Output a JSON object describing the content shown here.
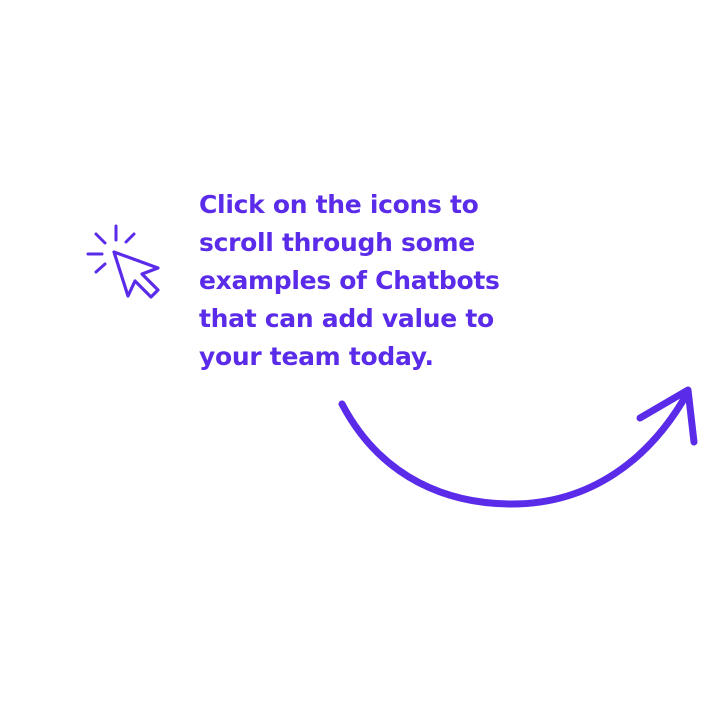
{
  "colors": {
    "accent": "#5B2BEA",
    "background": "#FFFFFF"
  },
  "icons": {
    "pointer": "cursor-click-icon",
    "arrow": "curved-arrow-right-icon"
  },
  "instruction": {
    "lines": [
      "Click on the icons to",
      "scroll through some",
      "examples of Chatbots",
      "that can add value to",
      "your team today."
    ]
  }
}
